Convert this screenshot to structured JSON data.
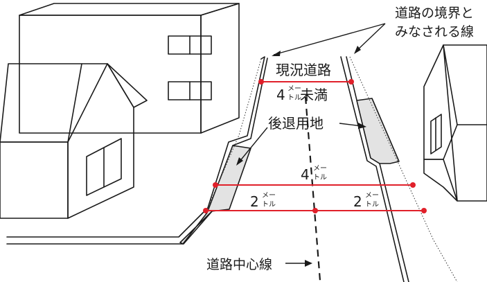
{
  "labels": {
    "boundary_line1": "道路の境界と",
    "boundary_line2": "みなされる線",
    "current_road": "現況道路",
    "under_4m_num": "4",
    "under_4m_unit_top": "メー",
    "under_4m_unit_bottom": "トル",
    "under_4m_suffix": "未満",
    "setback_area": "後退用地",
    "width_4m_num": "4",
    "width_4m_unit_top": "メー",
    "width_4m_unit_bottom": "トル",
    "half_left_num": "2",
    "half_left_unit_top": "メー",
    "half_left_unit_bottom": "トル",
    "half_right_num": "2",
    "half_right_unit_top": "メー",
    "half_right_unit_bottom": "トル",
    "centerline": "道路中心線"
  },
  "colors": {
    "measure_red": "#e0202a",
    "setback_gray": "#e3e3e3",
    "ink": "#1a1a1a"
  }
}
